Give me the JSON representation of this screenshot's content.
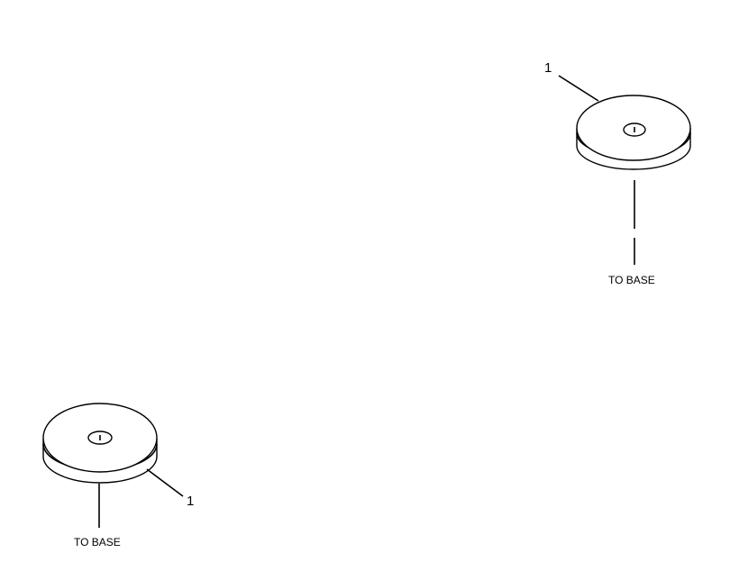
{
  "parts": [
    {
      "callout": "1",
      "note": "TO BASE"
    },
    {
      "callout": "1",
      "note": "TO BASE"
    }
  ]
}
